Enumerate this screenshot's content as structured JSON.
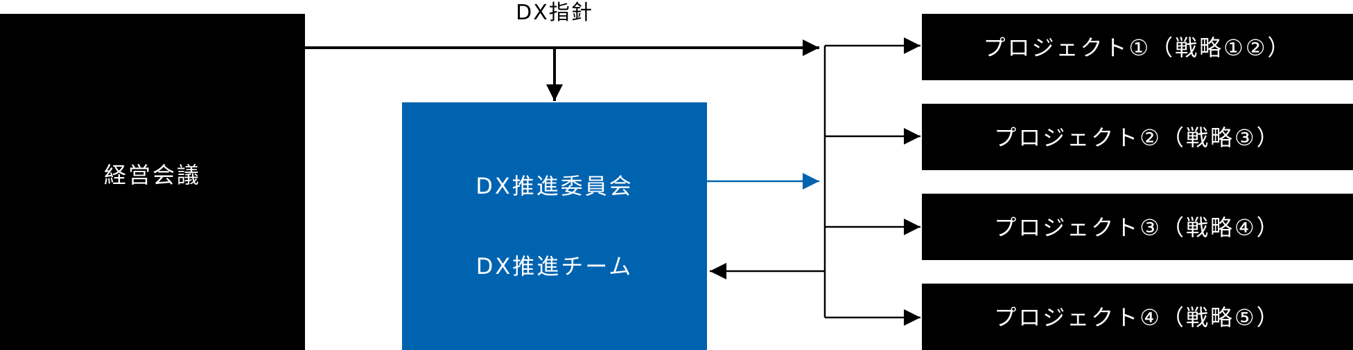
{
  "management": {
    "label": "経営会議",
    "color": "#000000"
  },
  "guideline_label": "DX指針",
  "dx_committee": {
    "line1": "DX推進委員会",
    "line2": "DX推進チーム",
    "color": "#0063b0"
  },
  "projects": [
    {
      "label": "プロジェクト①（戦略①②）"
    },
    {
      "label": "プロジェクト②（戦略③）"
    },
    {
      "label": "プロジェクト③（戦略④）"
    },
    {
      "label": "プロジェクト④（戦略⑤）"
    }
  ],
  "colors": {
    "box": "#000000",
    "accent": "#0063b0",
    "line": "#000000",
    "text_on_box": "#ffffff"
  }
}
